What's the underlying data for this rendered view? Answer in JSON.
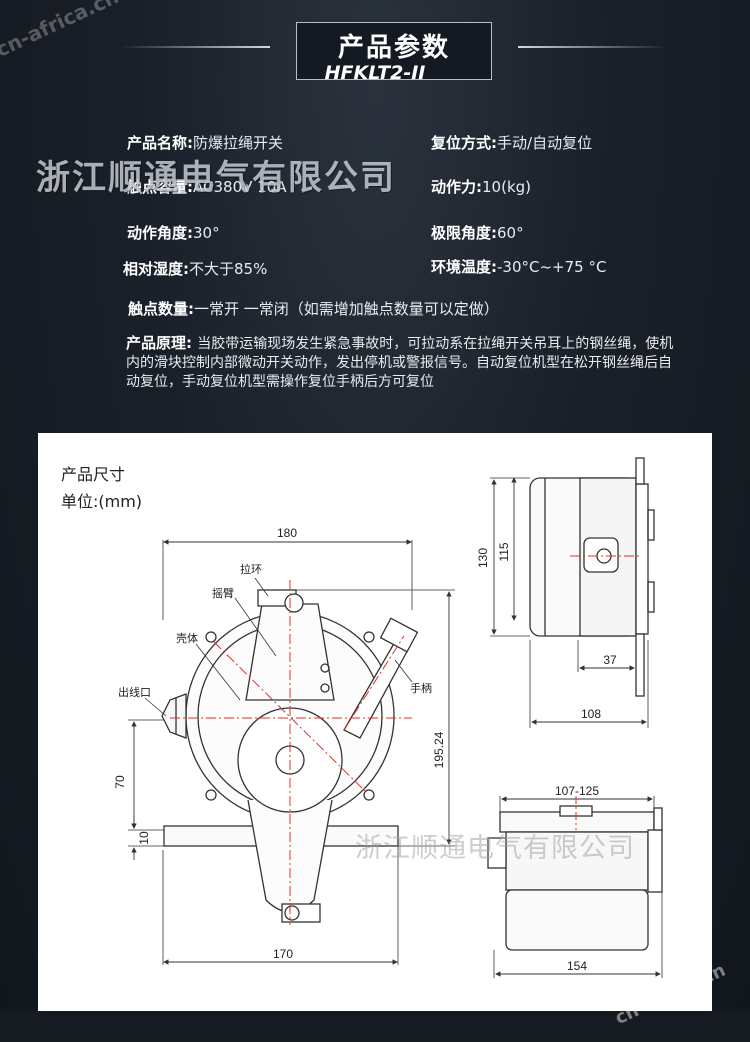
{
  "header": {
    "title": "产品参数",
    "model": "HFKLT2-II"
  },
  "watermarks": {
    "corner_top": "cn-africa.cn",
    "corner_bottom": "cn-africa.cn",
    "company": "浙江顺通电气有限公司",
    "company_drawing": "浙江顺通电气有限公司"
  },
  "params": {
    "name_label": "产品名称",
    "name_value": "防爆拉绳开关",
    "reset_label": "复位方式",
    "reset_value": "手动/自动复位",
    "capacity_label": "触点容量",
    "capacity_value": "AC380V 10A",
    "force_label": "动作力",
    "force_value": "10(kg)",
    "angle_label": "动作角度",
    "angle_value": "30°",
    "limit_label": "极限角度",
    "limit_value": "60°",
    "humidity_label": "相对湿度",
    "humidity_value": "不大于85%",
    "env_label": "环境温度",
    "env_value": "-30°C~+75 °C",
    "contacts_label": "触点数量",
    "contacts_value": "一常开 一常闭（如需增加触点数量可以定做）"
  },
  "principle": {
    "label": "产品原理",
    "text": "当胶带运输现场发生紧急事故时，可拉动系在拉绳开关吊耳上的钢丝绳，使机内的滑块控制内部微动开关动作，发出停机或警报信号。自动复位机型在松开钢丝绳后自动复位，手动复位机型需操作复位手柄后方可复位"
  },
  "drawing": {
    "title": "产品尺寸",
    "unit": "单位:(mm)",
    "front": {
      "dim_top": "180",
      "dim_bottom": "170",
      "dim_height": "195.24",
      "dim_outlet": "70",
      "dim_base": "10",
      "label_ring": "拉环",
      "label_arm": "摇臂",
      "label_shell": "壳体",
      "label_outlet": "出线口",
      "label_handle": "手柄"
    },
    "side": {
      "dim_130": "130",
      "dim_115": "115",
      "dim_37": "37",
      "dim_108": "108"
    },
    "top": {
      "dim_width": "107-125",
      "dim_bottom": "154"
    }
  },
  "colors": {
    "background": "#161c24",
    "text": "#e9ecef",
    "drawing_line": "#333333",
    "centerline": "#e0302a"
  }
}
